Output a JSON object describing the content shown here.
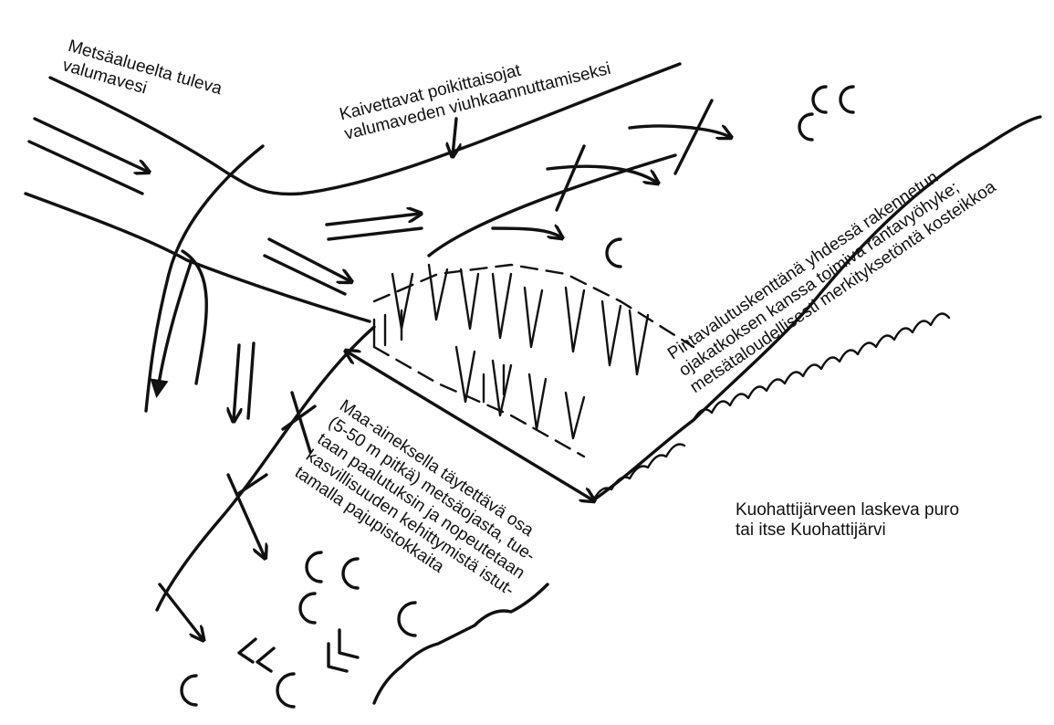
{
  "diagram": {
    "labels": {
      "forest_runoff": "Metsäalueelta tuleva\nvalumavesi",
      "cross_ditches": "Kaivettavat poikittaisojat\nvalumaveden viuhkaannuttamiseksi",
      "overland_wetland": "Pintavalutuskenttänä yhdessä rakennetun\nojakatkoksen kanssa toimiva rantavyöhyke;\nmetsätaloudellisesti merkityksetöntä kosteikkoa",
      "filled_ditch_section": "Maa-aineksella täytettävä osa\n(5-50 m pitkä) metsäojasta, tue-\ntaan paalutuksin ja nopeutetaan\nkasvillisuuden kehittymistä istut-\ntamalla pajupistokkaita",
      "lake_or_stream": "Kuohattijärveen laskeva puro\ntai itse Kuohattijärvi"
    },
    "colors": {
      "ink": "#111111",
      "background": "#ffffff"
    }
  }
}
